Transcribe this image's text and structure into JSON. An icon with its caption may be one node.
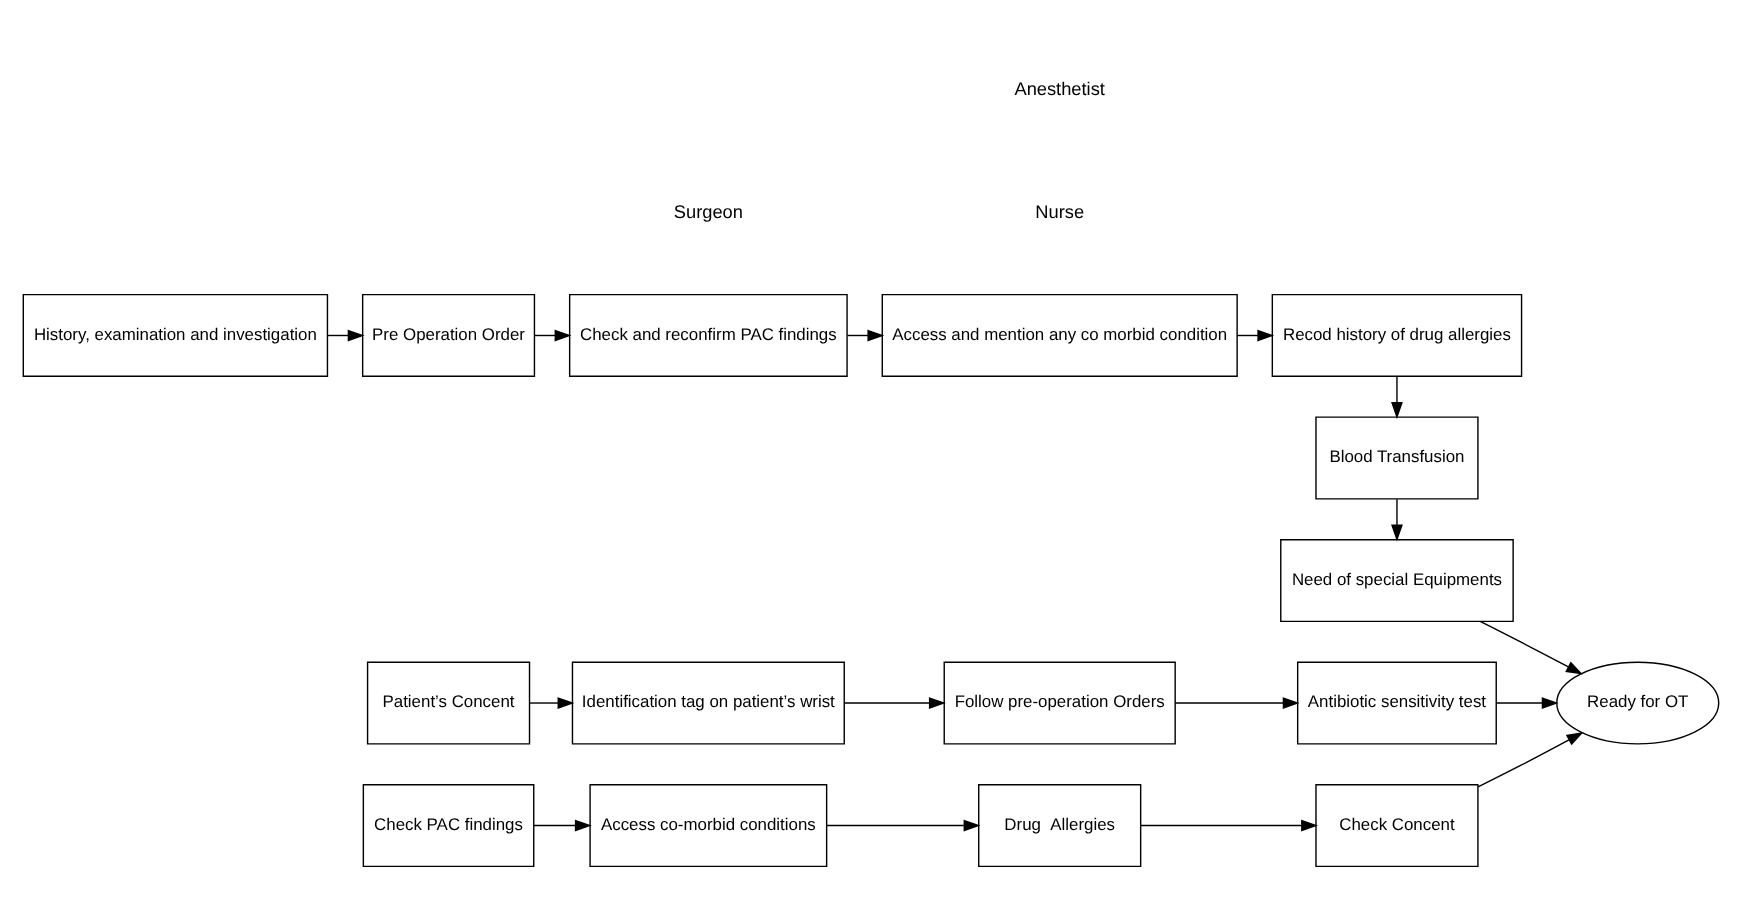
{
  "diagram": {
    "nodes": [
      {
        "text": [
          "History, examination and investigation"
        ]
      },
      {
        "text": [
          "Pre Operation Order"
        ]
      },
      {
        "text": [
          "Check and reconfirm PAC findings"
        ]
      },
      {
        "text": [
          "Access and mention any co morbid condition"
        ]
      },
      {
        "text": [
          "Recod history of drug allergies"
        ]
      },
      {
        "text": [
          "Blood Transfusion"
        ]
      },
      {
        "text": [
          "Need of special Equipments"
        ]
      },
      {
        "text": [
          "Patient’s Concent"
        ]
      },
      {
        "text": [
          "Identification tag on patient’s wrist"
        ]
      },
      {
        "text": [
          "Follow pre-operation Orders"
        ]
      },
      {
        "text": [
          "Antibiotic sensitivity test"
        ]
      },
      {
        "text": [
          "Check PAC findings"
        ]
      },
      {
        "text": [
          "Access co-morbid conditions"
        ]
      },
      {
        "text": [
          "Drug  Allergies"
        ]
      },
      {
        "text": [
          "Check Concent"
        ]
      },
      {
        "text": [
          "Ready for OT"
        ]
      }
    ],
    "edges": [
      {
        "from": 0,
        "to": 1,
        "arrow": "to"
      },
      {
        "from": 1,
        "to": 2,
        "arrow": "to"
      },
      {
        "from": 2,
        "to": 3,
        "arrow": "to"
      },
      {
        "from": 3,
        "to": 4,
        "arrow": "to"
      },
      {
        "from": 4,
        "to": 5,
        "arrow": "to"
      },
      {
        "from": 5,
        "to": 6,
        "arrow": "to"
      },
      {
        "from": 6,
        "to": 15,
        "arrow": "to"
      },
      {
        "from": 7,
        "to": 8,
        "arrow": "to"
      },
      {
        "from": 8,
        "to": 9,
        "arrow": "to"
      },
      {
        "from": 9,
        "to": 10,
        "arrow": "to"
      },
      {
        "from": 10,
        "to": 15,
        "arrow": "to"
      },
      {
        "from": 11,
        "to": 12,
        "arrow": "to"
      },
      {
        "from": 12,
        "to": 13,
        "arrow": "to"
      },
      {
        "from": 13,
        "to": 14,
        "arrow": "to"
      },
      {
        "from": 14,
        "to": 15,
        "arrow": "to"
      }
    ],
    "labels": [
      "Surgeon",
      "Nurse",
      "Anesthetist"
    ]
  }
}
